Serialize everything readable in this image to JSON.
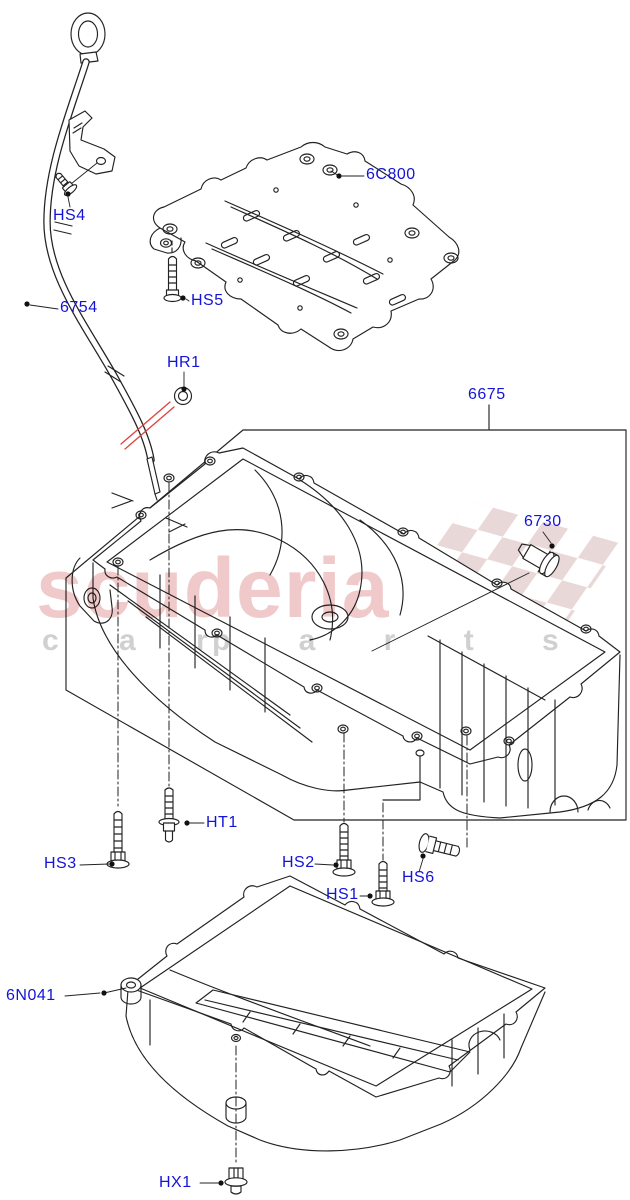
{
  "watermark": {
    "brand": "scuderia",
    "sub_left": "c a r",
    "sub_right": "p a r t s"
  },
  "labels": {
    "hs4": "HS4",
    "p6c800": "6C800",
    "p6754": "6754",
    "hs5": "HS5",
    "hr1": "HR1",
    "p6675": "6675",
    "p6730": "6730",
    "ht1": "HT1",
    "hs3": "HS3",
    "hs2": "HS2",
    "hs1": "HS1",
    "hs6": "HS6",
    "p6n041": "6N041",
    "hx1": "HX1"
  },
  "colors": {
    "label_blue": "#1414d8",
    "line_art": "#222222",
    "red_highlight": "#e04040",
    "watermark_pink": "#d05a5a",
    "watermark_gray": "#969696",
    "flag_check": "#cfa8a8",
    "background": "#ffffff"
  }
}
